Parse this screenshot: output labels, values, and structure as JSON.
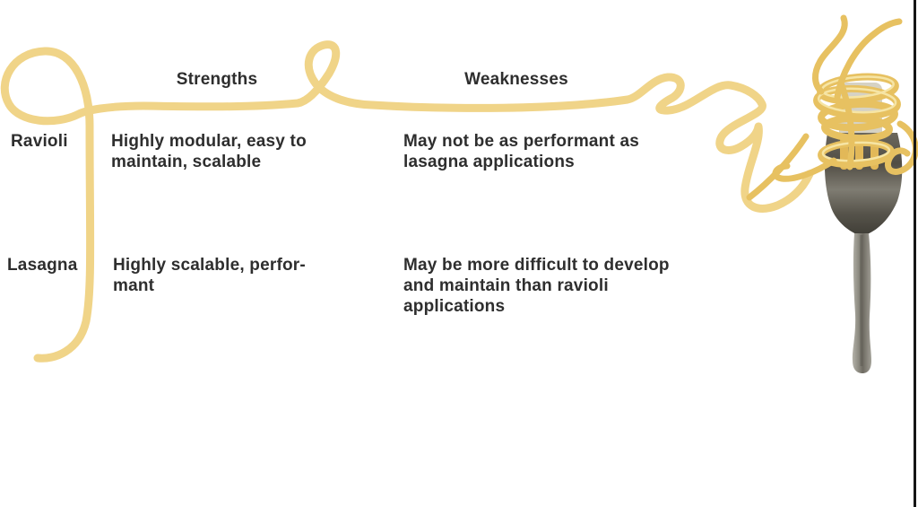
{
  "slide": {
    "title_columns": [
      {
        "label": "Strengths"
      },
      {
        "label": "Weaknesses"
      }
    ],
    "rows": [
      {
        "label": "Ravioli",
        "strengths_lines": [
          "Highly modular, easy to",
          "maintain, scalable"
        ],
        "weaknesses_lines": [
          "May not be as performant as",
          "lasagna applications"
        ]
      },
      {
        "label": "Lasagna",
        "strengths_lines": [
          "Highly scalable, perfor-",
          "mant"
        ],
        "weaknesses_lines": [
          "May be more difficult to develop",
          "and maintain than ravioli",
          "applications"
        ]
      }
    ],
    "colors": {
      "noodle": "#F0D488",
      "spaghetti": "#E7C161",
      "spaghetti_highlight": "#F6E5A5",
      "text": "#2e2e2e",
      "frame_edge": "#161616"
    }
  }
}
